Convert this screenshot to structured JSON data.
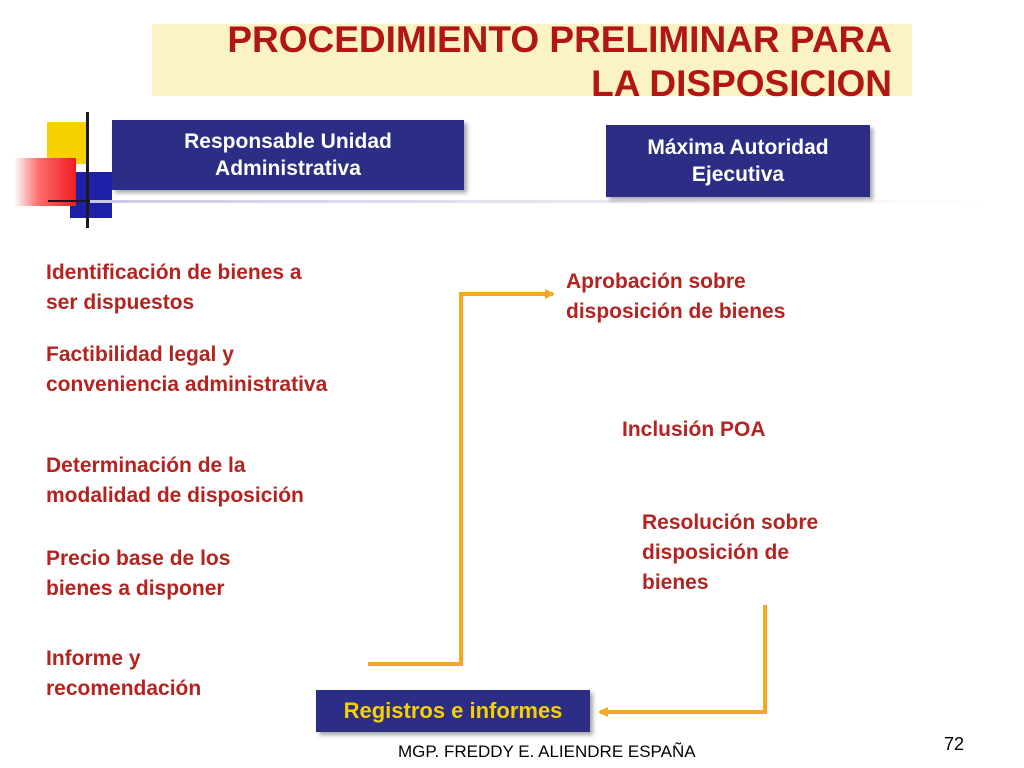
{
  "title": "PROCEDIMIENTO PRELIMINAR PARA\nLA DISPOSICION",
  "headers": {
    "left": "Responsable Unidad\nAdministrativa",
    "right": "Máxima Autoridad\nEjecutiva"
  },
  "left_steps": [
    "Identificación de bienes a\nser dispuestos",
    "Factibilidad legal y\nconveniencia administrativa",
    "Determinación de la\nmodalidad de disposición",
    "Precio base de los\nbienes a disponer",
    "Informe y\nrecomendación"
  ],
  "right_steps": [
    "Aprobación sobre\ndisposición de bienes",
    "Inclusión POA",
    "Resolución sobre\ndisposición de\nbienes"
  ],
  "registros": "Registros e informes",
  "footer": "MGP. FREDDY E. ALIENDRE ESPAÑA",
  "page_number": "72",
  "colors": {
    "title": "#b11613",
    "title_band": "#fbf3c6",
    "header_box": "#2b2e84",
    "step_text": "#b4231f",
    "arrow": "#f5a623",
    "registros_text": "#f7d000"
  }
}
